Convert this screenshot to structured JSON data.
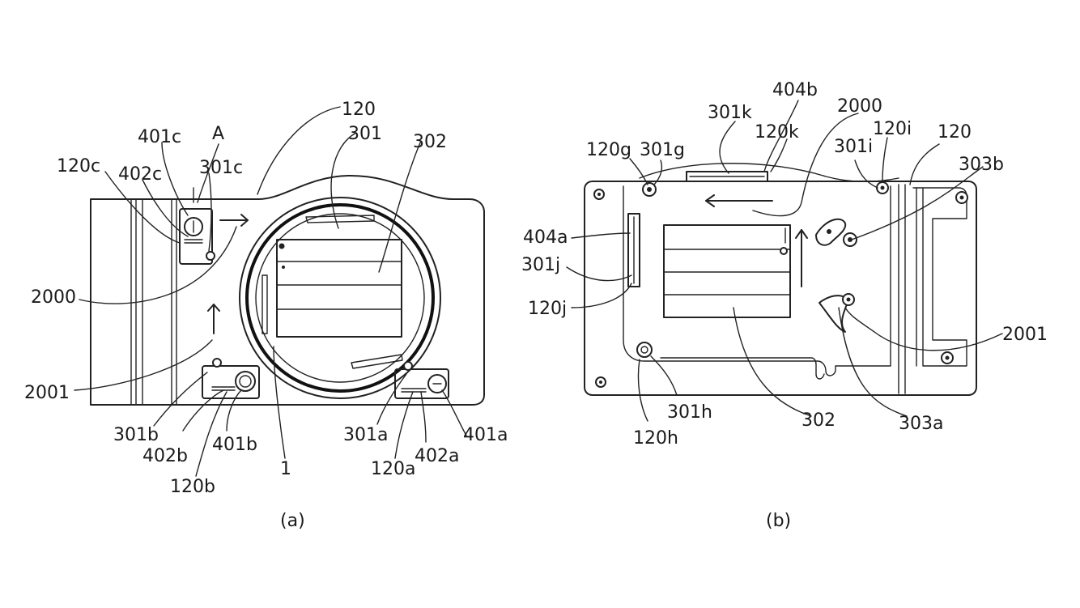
{
  "figure_a": {
    "caption": "(a)",
    "labels": {
      "l120": "120",
      "l301": "301",
      "l302": "302",
      "l401c": "401c",
      "lA": "A",
      "l120c": "120c",
      "l402c": "402c",
      "l301c": "301c",
      "l2000": "2000",
      "l2001": "2001",
      "l301b": "301b",
      "l402b": "402b",
      "l401b": "401b",
      "l120b": "120b",
      "l1": "1",
      "l301a": "301a",
      "l120a": "120a",
      "l402a": "402a",
      "l401a": "401a"
    }
  },
  "figure_b": {
    "caption": "(b)",
    "labels": {
      "l404b": "404b",
      "l301k": "301k",
      "l2000": "2000",
      "l120k": "120k",
      "l120i": "120i",
      "l120": "120",
      "l120g": "120g",
      "l301g": "301g",
      "l301i": "301i",
      "l303b": "303b",
      "l404a": "404a",
      "l301j": "301j",
      "l120j": "120j",
      "l2001": "2001",
      "l301h": "301h",
      "l302": "302",
      "l303a": "303a",
      "l120h": "120h"
    }
  }
}
